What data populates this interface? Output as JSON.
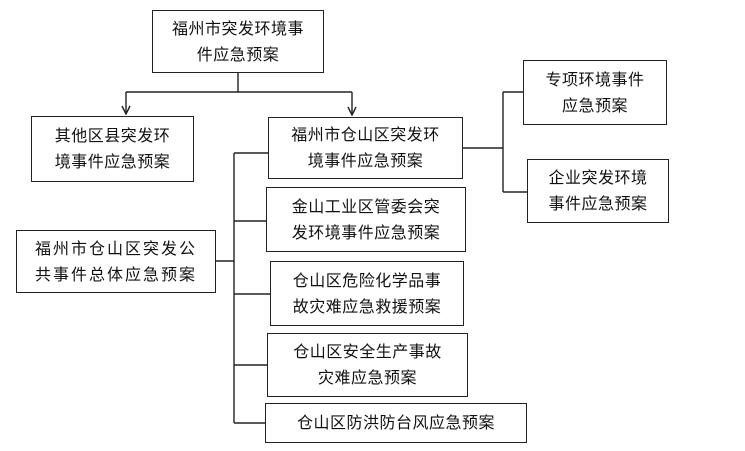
{
  "diagram": {
    "top_plan": {
      "lines": [
        "福州市突发环境事",
        "件应急预案"
      ]
    },
    "other_districts_plan": {
      "lines": [
        "其他区县突发环",
        "境事件应急预案"
      ]
    },
    "cangshan_env_plan": {
      "lines": [
        "福州市仓山区突发环",
        "境事件应急预案"
      ]
    },
    "special_env_plan": {
      "lines": [
        "专项环境事件",
        "应急预案"
      ]
    },
    "enterprise_env_plan": {
      "lines": [
        "企业突发环境",
        "事件应急预案"
      ]
    },
    "cangshan_public_plan": {
      "lines": [
        "福州市仓山区突发公",
        "共事件总体应急预案"
      ]
    },
    "jinshan_industrial_plan": {
      "lines": [
        "金山工业区管委会突",
        "发环境事件应急预案"
      ]
    },
    "hazardous_chem_plan": {
      "lines": [
        "仓山区危险化学品事",
        "故灾难应急救援预案"
      ]
    },
    "production_safety_plan": {
      "lines": [
        "仓山区安全生产事故",
        "灾难应急预案"
      ]
    },
    "flood_typhoon_plan": {
      "lines": [
        "仓山区防洪防台风应急预案"
      ]
    }
  }
}
